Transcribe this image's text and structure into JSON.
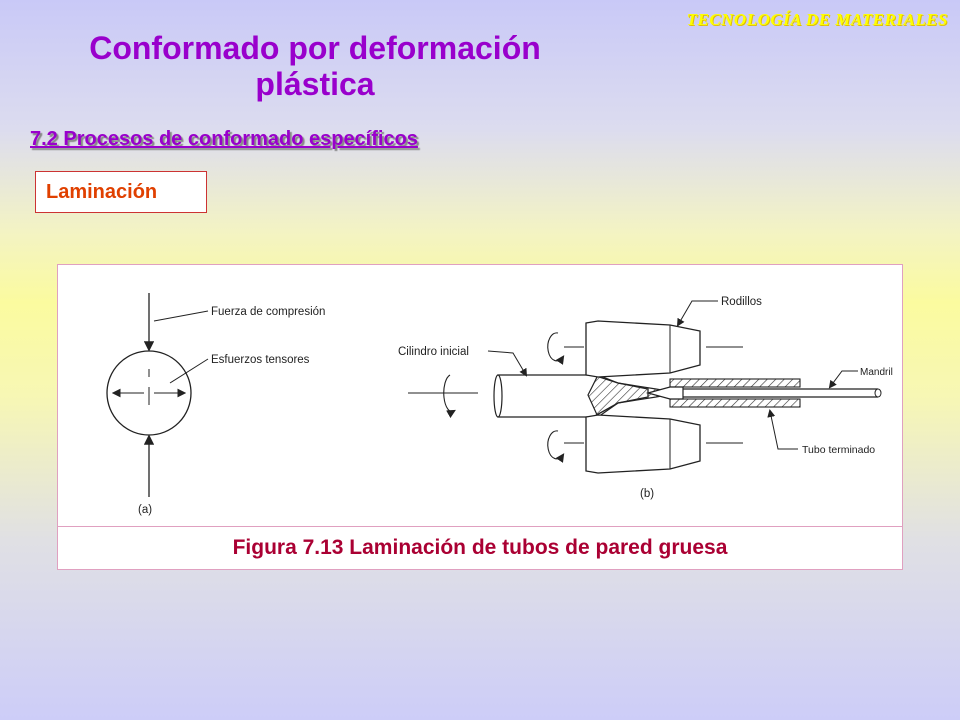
{
  "header": {
    "watermark": "TECNOLOGÍA DE MATERIALES",
    "title_line1": "Conformado por deformación",
    "title_line2": "plástica",
    "section": "7.2 Procesos de conformado específicos",
    "tag": "Laminación"
  },
  "figure": {
    "labels": {
      "force": "Fuerza de compresión",
      "tensile": "Esfuerzos tensores",
      "part_a": "(a)",
      "rollers": "Rodillos",
      "initial_cylinder": "Cilindro inicial",
      "mandrel": "Mandril",
      "finished_tube": "Tubo terminado",
      "part_b": "(b)"
    },
    "caption": "Figura 7.13 Laminación de tubos de pared gruesa"
  }
}
